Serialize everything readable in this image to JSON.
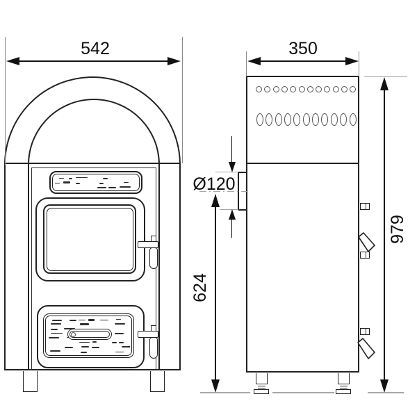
{
  "front_view": {
    "width_dim": "542"
  },
  "side_view": {
    "depth_dim": "350",
    "overall_height_dim": "979",
    "flue_axis_height_dim": "624",
    "flue_diameter_dim": "Ø120",
    "vent_hole_rows": [
      {
        "shape": "circle",
        "count": 12
      },
      {
        "shape": "oval",
        "count": 11
      }
    ]
  },
  "colors": {
    "background": "#ffffff",
    "outline": "#222222",
    "dimension": "#111111",
    "extension_line": "#8a8a8a",
    "construction_line": "#a6a6a6"
  }
}
